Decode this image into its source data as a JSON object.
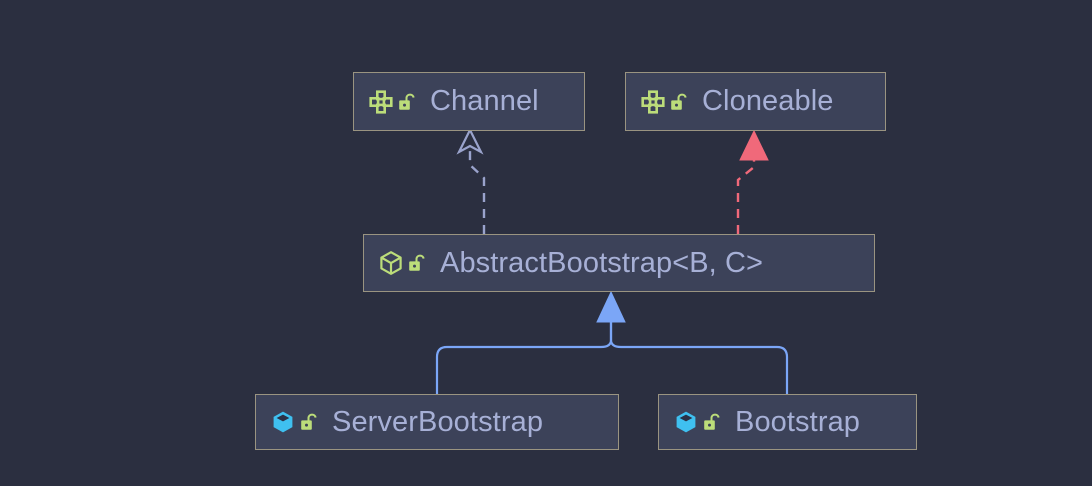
{
  "diagram": {
    "type": "uml-class-hierarchy",
    "background_color": "#2b2f40",
    "node_fill_color": "#3c4259",
    "node_border_color": "#9a9481",
    "label_color": "#a7b0d6",
    "nodes": [
      {
        "id": "channel",
        "label": "Channel",
        "kind": "interface",
        "kind_icon": "interface-icon",
        "visibility": "public",
        "visibility_icon": "unlocked-padlock-icon",
        "icon_color": "#bcdd7a"
      },
      {
        "id": "cloneable",
        "label": "Cloneable",
        "kind": "interface",
        "kind_icon": "interface-icon",
        "visibility": "public",
        "visibility_icon": "unlocked-padlock-icon",
        "icon_color": "#bcdd7a"
      },
      {
        "id": "abstract-bootstrap",
        "label": "AbstractBootstrap<B, C>",
        "kind": "abstract-class",
        "kind_icon": "abstract-class-cube-icon",
        "visibility": "public",
        "visibility_icon": "unlocked-padlock-icon",
        "icon_color": "#bcdd7a"
      },
      {
        "id": "server-bootstrap",
        "label": "ServerBootstrap",
        "kind": "class",
        "kind_icon": "class-cube-icon",
        "visibility": "public",
        "visibility_icon": "unlocked-padlock-icon",
        "icon_color": "#3fc0f0"
      },
      {
        "id": "bootstrap",
        "label": "Bootstrap",
        "kind": "class",
        "kind_icon": "class-cube-icon",
        "visibility": "public",
        "visibility_icon": "unlocked-padlock-icon",
        "icon_color": "#3fc0f0"
      }
    ],
    "edges": [
      {
        "id": "abstract-implements-channel",
        "from": "abstract-bootstrap",
        "to": "channel",
        "relation": "realization",
        "line_style": "dashed",
        "arrow_head": "hollow-triangle",
        "color": "#9aa3cc"
      },
      {
        "id": "abstract-implements-cloneable",
        "from": "abstract-bootstrap",
        "to": "cloneable",
        "relation": "realization",
        "line_style": "dashed",
        "arrow_head": "filled-triangle",
        "color": "#f0697a"
      },
      {
        "id": "serverbootstrap-extends-abstract",
        "from": "server-bootstrap",
        "to": "abstract-bootstrap",
        "relation": "generalization",
        "line_style": "solid",
        "arrow_head": "filled-triangle",
        "color": "#7ba6f7"
      },
      {
        "id": "bootstrap-extends-abstract",
        "from": "bootstrap",
        "to": "abstract-bootstrap",
        "relation": "generalization",
        "line_style": "solid",
        "arrow_head": "filled-triangle",
        "color": "#7ba6f7"
      }
    ]
  }
}
